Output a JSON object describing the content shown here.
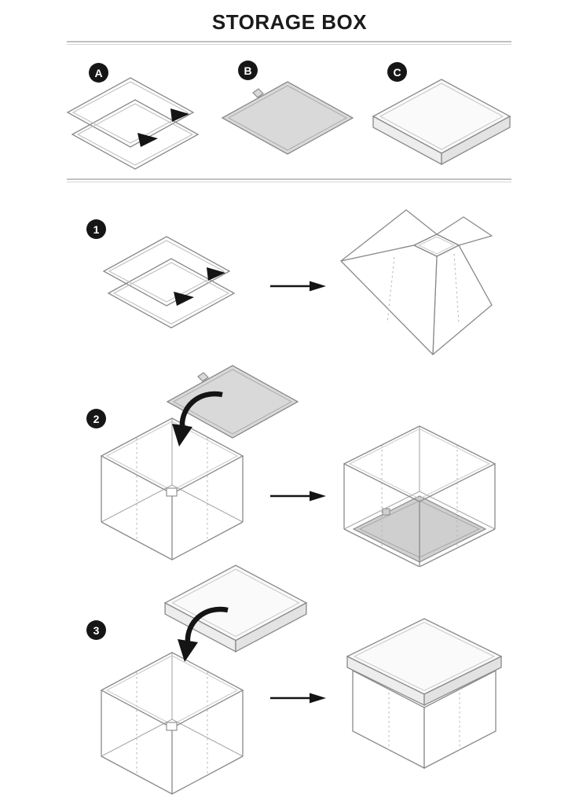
{
  "title": "STORAGE BOX",
  "parts": [
    {
      "label": "A"
    },
    {
      "label": "B"
    },
    {
      "label": "C"
    }
  ],
  "steps": [
    {
      "number": "1"
    },
    {
      "number": "2"
    },
    {
      "number": "3"
    }
  ],
  "icons": {
    "step_arrow": "arrow-right-icon",
    "insert_arrow": "curved-insert-arrow-icon"
  },
  "colors": {
    "badge_background": "#161616",
    "badge_text": "#ffffff",
    "outline_gray": "#8a8a8a",
    "panel_fill_gray": "#d9d9d9",
    "lid_fill": "#fafafa",
    "arrow_black": "#141414",
    "divider_gray": "#c1c1c1",
    "page_background": "#ffffff"
  }
}
